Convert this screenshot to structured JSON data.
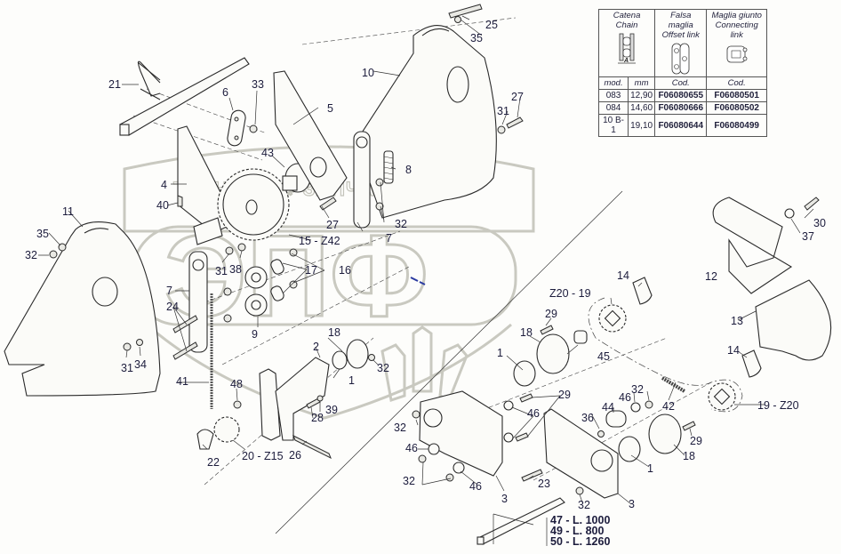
{
  "diagram": {
    "title": "Exploded parts diagram — chain drive assembly",
    "watermark": {
      "top_text": "ТЕХНИКА ⚙ ЗАПЧАСТИ",
      "logo_text": "ЭПФ"
    },
    "chain_table": {
      "columns": [
        {
          "it": "Catena",
          "en": "Chain"
        },
        {
          "it": "Falsa maglia",
          "en": "Offset link"
        },
        {
          "it": "Maglia giunto",
          "en": "Connecting link"
        }
      ],
      "dimension_label": "A",
      "subheaders": [
        "mod.",
        "mm",
        "Cod.",
        "Cod."
      ],
      "rows": [
        {
          "mod": "083",
          "mm": "12,90",
          "offset_code": "F06080655",
          "connecting_code": "F06080501"
        },
        {
          "mod": "084",
          "mm": "14,60",
          "offset_code": "F06080666",
          "connecting_code": "F06080502"
        },
        {
          "mod": "10 B-1",
          "mm": "19,10",
          "offset_code": "F06080644",
          "connecting_code": "F06080499"
        }
      ]
    },
    "shaft_lengths": [
      "47 - L. 1000",
      "49 - L. 800",
      "50 - L. 1260"
    ],
    "callouts": [
      {
        "id": "c21",
        "text": "21"
      },
      {
        "id": "c6",
        "text": "6"
      },
      {
        "id": "c33",
        "text": "33"
      },
      {
        "id": "c43",
        "text": "43"
      },
      {
        "id": "c4",
        "text": "4"
      },
      {
        "id": "c40",
        "text": "40"
      },
      {
        "id": "c5",
        "text": "5"
      },
      {
        "id": "c10",
        "text": "10"
      },
      {
        "id": "c25",
        "text": "25"
      },
      {
        "id": "c35a",
        "text": "35"
      },
      {
        "id": "c27a",
        "text": "27"
      },
      {
        "id": "c31a",
        "text": "31"
      },
      {
        "id": "c8",
        "text": "8"
      },
      {
        "id": "c27b",
        "text": "27"
      },
      {
        "id": "c32a",
        "text": "32"
      },
      {
        "id": "c7a",
        "text": "7"
      },
      {
        "id": "c15",
        "text": "15 - Z42"
      },
      {
        "id": "c11",
        "text": "11"
      },
      {
        "id": "c35b",
        "text": "35"
      },
      {
        "id": "c32b",
        "text": "32"
      },
      {
        "id": "c31b",
        "text": "31"
      },
      {
        "id": "c38",
        "text": "38"
      },
      {
        "id": "c17",
        "text": "17"
      },
      {
        "id": "c16",
        "text": "16"
      },
      {
        "id": "c7b",
        "text": "7"
      },
      {
        "id": "c24",
        "text": "24"
      },
      {
        "id": "c9",
        "text": "9"
      },
      {
        "id": "c31c",
        "text": "31"
      },
      {
        "id": "c34",
        "text": "34"
      },
      {
        "id": "c41",
        "text": "41"
      },
      {
        "id": "c18a",
        "text": "18"
      },
      {
        "id": "c2",
        "text": "2"
      },
      {
        "id": "c1a",
        "text": "1"
      },
      {
        "id": "c32c",
        "text": "32"
      },
      {
        "id": "c48",
        "text": "48"
      },
      {
        "id": "c39",
        "text": "39"
      },
      {
        "id": "c28",
        "text": "28"
      },
      {
        "id": "c22",
        "text": "22"
      },
      {
        "id": "c20",
        "text": "20 - Z15"
      },
      {
        "id": "c26",
        "text": "26"
      },
      {
        "id": "c14a",
        "text": "14"
      },
      {
        "id": "c19a",
        "text": "Z20 - 19"
      },
      {
        "id": "c29a",
        "text": "29"
      },
      {
        "id": "c18b",
        "text": "18"
      },
      {
        "id": "c45",
        "text": "45"
      },
      {
        "id": "c1b",
        "text": "1"
      },
      {
        "id": "c29b",
        "text": "29"
      },
      {
        "id": "c46a",
        "text": "46"
      },
      {
        "id": "c32d",
        "text": "32"
      },
      {
        "id": "c46b",
        "text": "46"
      },
      {
        "id": "c32e",
        "text": "32"
      },
      {
        "id": "c46c",
        "text": "46"
      },
      {
        "id": "c3a",
        "text": "3"
      },
      {
        "id": "c36",
        "text": "36"
      },
      {
        "id": "c44",
        "text": "44"
      },
      {
        "id": "c46d",
        "text": "46"
      },
      {
        "id": "c32f",
        "text": "32"
      },
      {
        "id": "c42",
        "text": "42"
      },
      {
        "id": "c23",
        "text": "23"
      },
      {
        "id": "c32g",
        "text": "32"
      },
      {
        "id": "c3b",
        "text": "3"
      },
      {
        "id": "c1c",
        "text": "1"
      },
      {
        "id": "c18c",
        "text": "18"
      },
      {
        "id": "c29c",
        "text": "29"
      },
      {
        "id": "c19b",
        "text": "19 - Z20"
      },
      {
        "id": "c14b",
        "text": "14"
      },
      {
        "id": "c12",
        "text": "12"
      },
      {
        "id": "c13",
        "text": "13"
      },
      {
        "id": "c30",
        "text": "30"
      },
      {
        "id": "c37",
        "text": "37"
      }
    ]
  }
}
